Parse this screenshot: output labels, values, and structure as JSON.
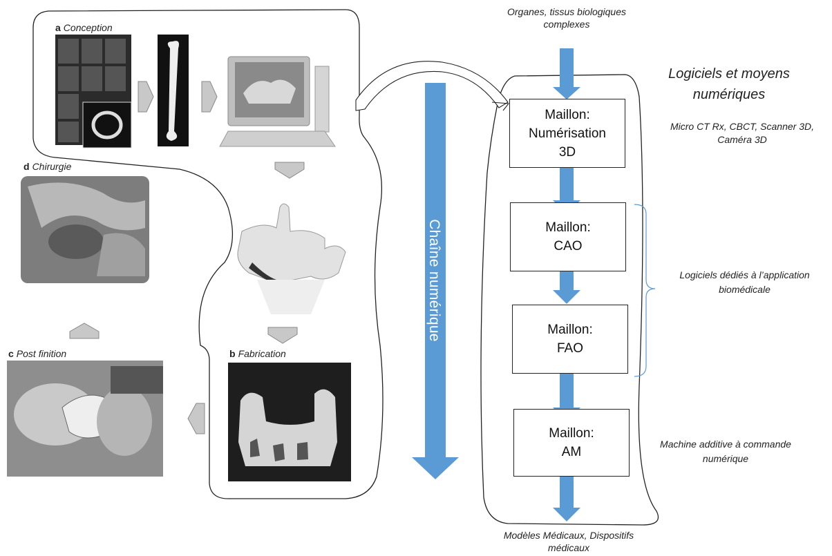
{
  "left_panel": {
    "conception": {
      "letter": "a",
      "caption": "Conception"
    },
    "fabrication": {
      "letter": "b",
      "caption": "Fabrication"
    },
    "post_finition": {
      "letter": "c",
      "caption": "Post finition"
    },
    "chirurgie": {
      "letter": "d",
      "caption": "Chirurgie"
    }
  },
  "chain_label": "Chaîne numérique",
  "flow": {
    "input": "Organes, tissus biologiques complexes",
    "output": "Modèles Médicaux, Dispositifs médicaux",
    "boxes": [
      {
        "line1": "Maillon:",
        "line2": "Numérisation",
        "line3": "3D"
      },
      {
        "line1": "Maillon:",
        "line2": "CAO"
      },
      {
        "line1": "Maillon:",
        "line2": "FAO"
      },
      {
        "line1": "Maillon:",
        "line2": "AM"
      }
    ]
  },
  "annotations": {
    "heading": "Logiciels et moyens numériques",
    "digitization_tools": "Micro CT Rx, CBCT, Scanner 3D, Caméra 3D",
    "software": "Logiciels dédiés à l’application biomédicale",
    "machine": "Machine additive à commande numérique"
  },
  "colors": {
    "arrow_blue": "#5b9bd5",
    "gray_arrow": "#c8c8c8"
  }
}
